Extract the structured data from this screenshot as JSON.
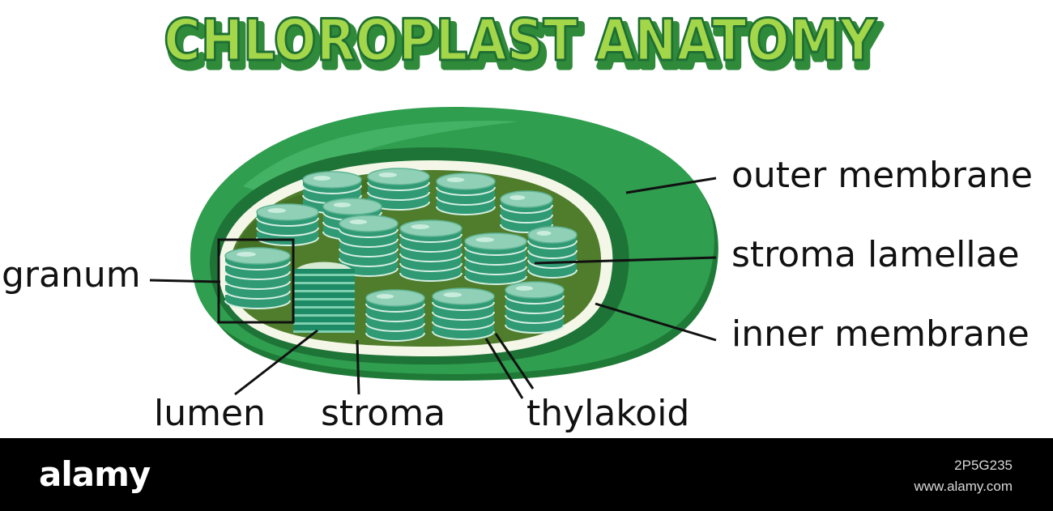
{
  "title": "CHLOROPLAST ANATOMY",
  "labels": {
    "outer_membrane": "outer membrane",
    "stroma_lamellae": "stroma lamellae",
    "inner_membrane": "inner membrane",
    "granum": "granum",
    "lumen": "lumen",
    "stroma": "stroma",
    "thylakoid": "thylakoid"
  },
  "footer": {
    "brand": "alamy",
    "image_id": "2P5G235",
    "site": "www.alamy.com"
  },
  "colors": {
    "title_fill": "#a4d64a",
    "title_shadow": "#2f8a3a",
    "outer_membrane": "#2f9e4f",
    "outer_shadow": "#1f7a37",
    "inner_membrane": "#f4f7e8",
    "stroma": "#4f7d2c",
    "thylakoid": "#8fd0b6",
    "thylakoid_dark": "#2f9a74",
    "lumen": "#1d8c66",
    "footer": "#000000"
  }
}
